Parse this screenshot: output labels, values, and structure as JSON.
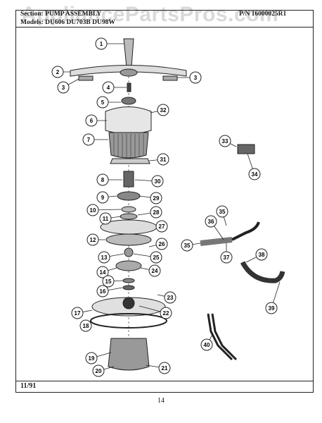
{
  "watermark": "AppliancePartsPros.com",
  "header": {
    "section": "Section: PUMP ASSEMBLY",
    "part_number": "P/N 16000025R1",
    "model": "Models: DU606 DU703B DU98W"
  },
  "footer": {
    "date": "11/91",
    "page": "14"
  },
  "callouts": [
    "1",
    "2",
    "3",
    "3",
    "4",
    "5",
    "6",
    "32",
    "7",
    "31",
    "8",
    "30",
    "9",
    "29",
    "10",
    "28",
    "11",
    "27",
    "12",
    "26",
    "13",
    "25",
    "14",
    "24",
    "15",
    "16",
    "23",
    "17",
    "22",
    "18",
    "19",
    "20",
    "21",
    "33",
    "34",
    "35",
    "36",
    "35",
    "37",
    "38",
    "39",
    "40"
  ]
}
